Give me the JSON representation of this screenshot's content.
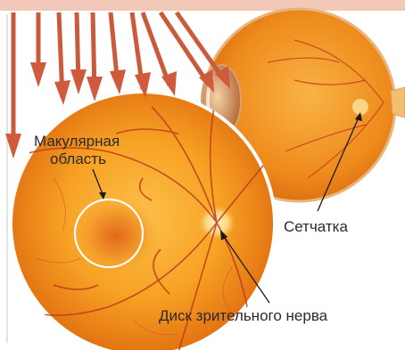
{
  "labels": {
    "macula_line1": "Макулярная",
    "macula_line2": "область",
    "retina": "Сетчатка",
    "optic_disc": "Диск зрительного нерва"
  },
  "colors": {
    "arrow": "#c95a3a",
    "arrow_dark": "#a3301f",
    "fundus_center": "#fbb43a",
    "fundus_edge": "#e57813",
    "vessel": "#c0391b",
    "eyeball": "#f08a1a",
    "header_bar": "#f2c9b8"
  }
}
